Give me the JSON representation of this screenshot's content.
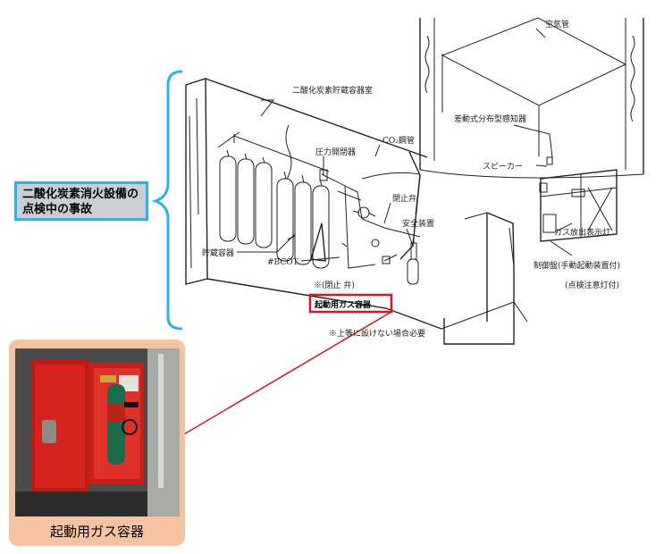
{
  "callout": {
    "line1": "二酸化炭素消火設備の",
    "line2": "点検中の事故"
  },
  "photo": {
    "caption": "起動用ガス容器"
  },
  "diagram": {
    "labels": {
      "storage_room": "二酸化炭素貯蔵容器室",
      "pressure_switch": "圧力開閉器",
      "co2_pipe": "CO₂鋼管",
      "closing_valve": "閉止弁",
      "safety_device": "安全装置",
      "storage_container": "貯蔵容器",
      "bcot": "#BCOT",
      "closing_valve_note": "※(閉止 弁)",
      "activation_gas_container": "起動用ガス容器",
      "note_bottom": "※上等に設けない場合必要",
      "air_pipe": "空気管",
      "detector": "差動式分布型感知器",
      "speaker": "スピーカー",
      "gas_release_lamp": "ガス放出表示灯",
      "control_panel": "制御盤(手動起動装置付)",
      "inspection_lamp": "(点検注意灯付)"
    }
  },
  "colors": {
    "callout_border": "#2bb3e6",
    "callout_fill": "#c9ced2",
    "brace": "#2bb3e6",
    "highlight": "#e0111b",
    "photo_card": "#f4c3a1",
    "cabinet_red": "#d6231d",
    "cylinder_green": "#1e6a4a"
  }
}
